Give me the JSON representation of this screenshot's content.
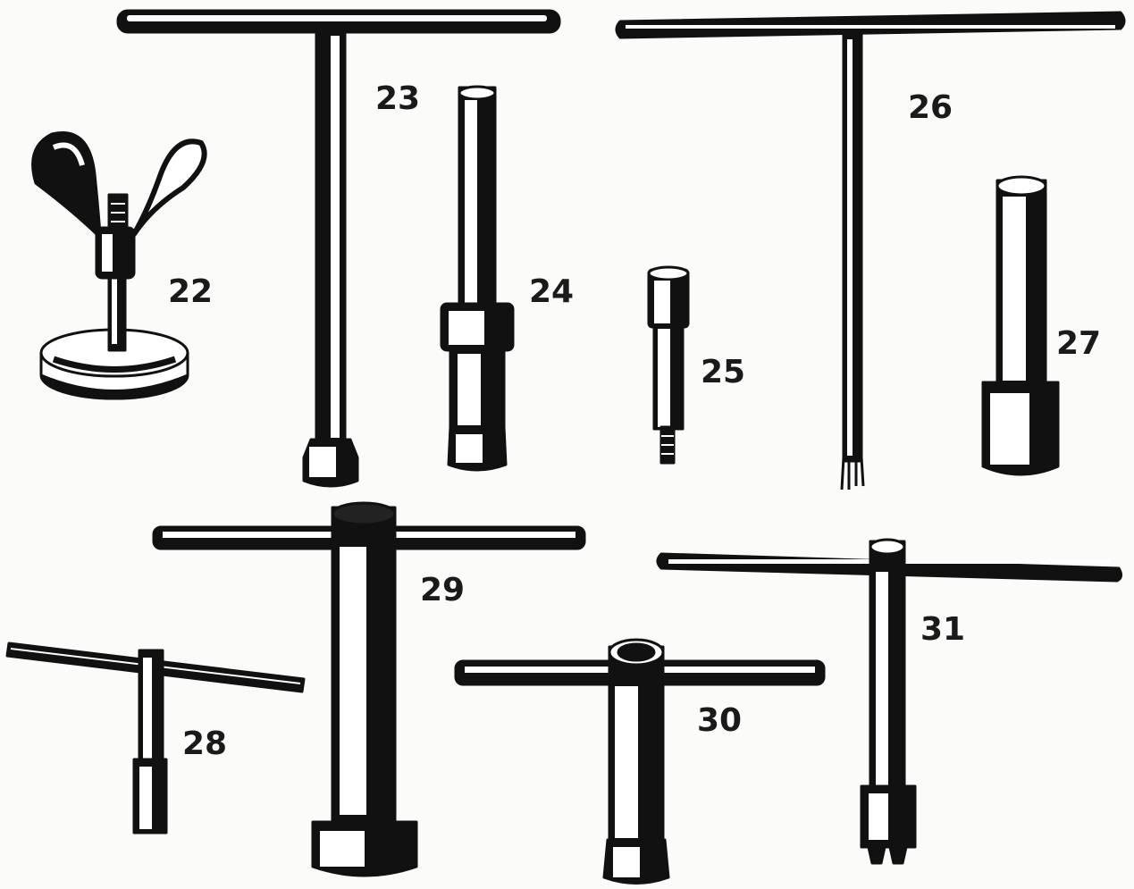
{
  "tools": [
    {
      "number": "22",
      "depicts": "wing-nut-puller-icon"
    },
    {
      "number": "23",
      "depicts": "long-t-handle-drift-icon"
    },
    {
      "number": "24",
      "depicts": "stepped-drift-icon"
    },
    {
      "number": "25",
      "depicts": "small-socket-adapter-icon"
    },
    {
      "number": "26",
      "depicts": "thin-t-handle-hook-icon"
    },
    {
      "number": "27",
      "depicts": "stepped-cylinder-punch-icon"
    },
    {
      "number": "28",
      "depicts": "small-t-bar-box-spanner-icon"
    },
    {
      "number": "29",
      "depicts": "large-t-bar-socket-spanner-icon"
    },
    {
      "number": "30",
      "depicts": "hex-t-bar-box-spanner-icon"
    },
    {
      "number": "31",
      "depicts": "peg-t-bar-spanner-icon"
    }
  ],
  "colors": {
    "ink": "#111111",
    "paper": "#fbfbfa",
    "highlight": "#ffffff"
  }
}
